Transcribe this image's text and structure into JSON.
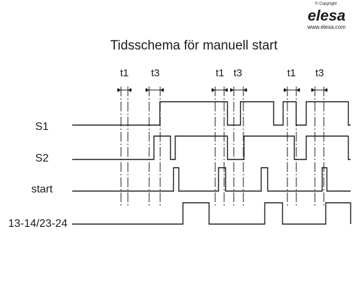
{
  "title": "Tidsschema för manuell start",
  "watermark": {
    "copyright": "© Copyright",
    "brand": "elesa",
    "url": "www.elesa.com"
  },
  "markers": [
    "t1",
    "t3",
    "t1",
    "t3",
    "t1",
    "t3"
  ],
  "signals": [
    {
      "label": "S1",
      "transitions": [
        [
          0,
          "low"
        ],
        [
          148,
          "high"
        ],
        [
          262,
          "low"
        ],
        [
          284,
          "high"
        ],
        [
          340,
          "low"
        ],
        [
          356,
          "high"
        ],
        [
          378,
          "low"
        ],
        [
          395,
          "high"
        ],
        [
          466,
          "low"
        ]
      ]
    },
    {
      "label": "S2",
      "transitions": [
        [
          0,
          "low"
        ],
        [
          138,
          "high"
        ],
        [
          166,
          "low"
        ],
        [
          174,
          "high"
        ],
        [
          262,
          "low"
        ],
        [
          290,
          "high"
        ],
        [
          375,
          "low"
        ],
        [
          395,
          "high"
        ],
        [
          466,
          "low"
        ]
      ]
    },
    {
      "label": "start",
      "transitions": [
        [
          0,
          "low"
        ],
        [
          171,
          "high"
        ],
        [
          180,
          "low"
        ],
        [
          247,
          "high"
        ],
        [
          259,
          "low"
        ],
        [
          319,
          "high"
        ],
        [
          330,
          "low"
        ],
        [
          422,
          "high"
        ],
        [
          430,
          "low"
        ]
      ]
    },
    {
      "label": "13-14/23-24",
      "transitions": [
        [
          0,
          "low"
        ],
        [
          187,
          "high"
        ],
        [
          231,
          "low"
        ],
        [
          325,
          "high"
        ],
        [
          355,
          "low"
        ],
        [
          428,
          "high"
        ],
        [
          470,
          "low"
        ]
      ]
    }
  ],
  "colors": {
    "line": "#1a1a1a",
    "watermark": "#b9b9b9"
  }
}
